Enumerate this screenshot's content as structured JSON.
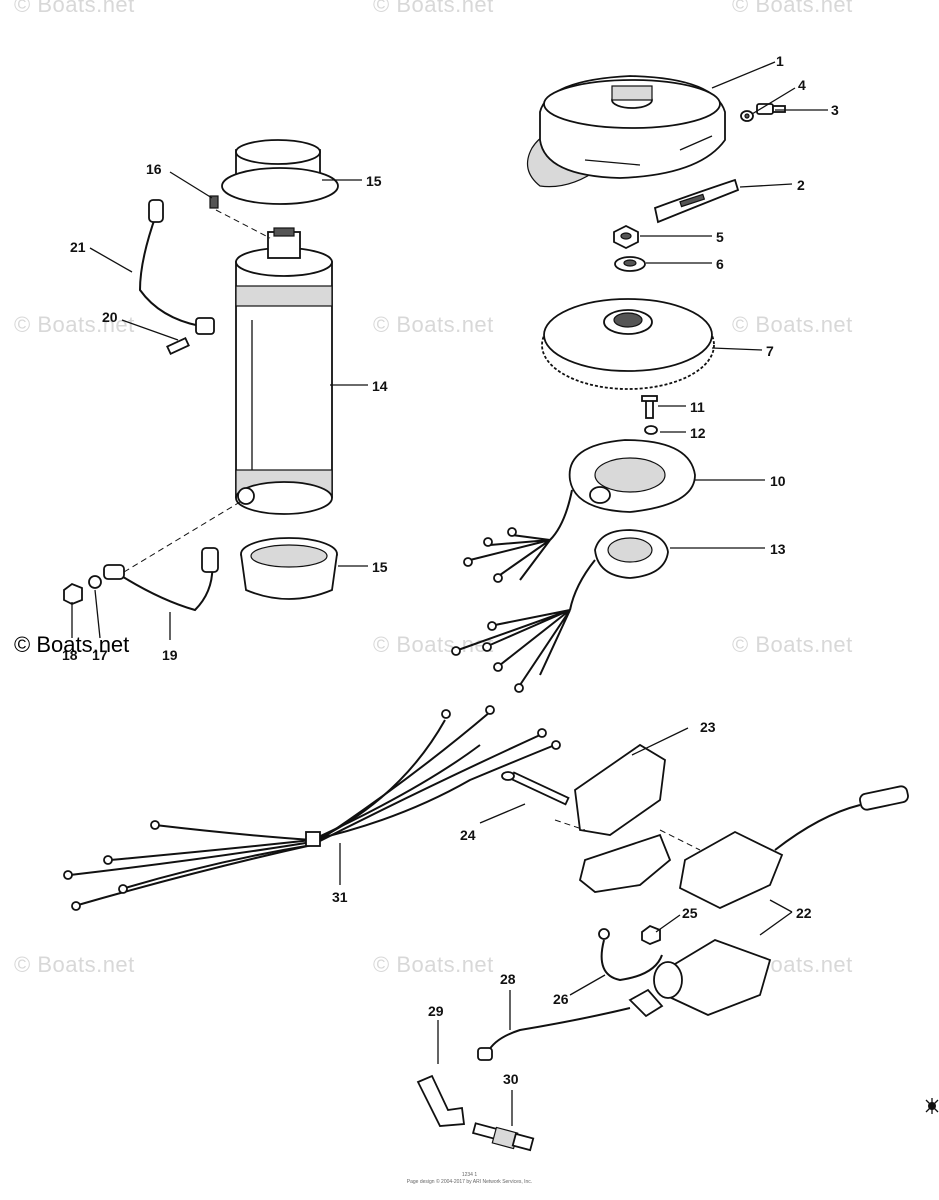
{
  "watermarks": {
    "faint": "© Boats.net",
    "strong": "© Boats.net"
  },
  "callouts": {
    "p1": "1",
    "p2": "2",
    "p3": "3",
    "p4": "4",
    "p5": "5",
    "p6": "6",
    "p7": "7",
    "p10": "10",
    "p11": "11",
    "p12": "12",
    "p13": "13",
    "p14": "14",
    "p15a": "15",
    "p15b": "15",
    "p16": "16",
    "p17": "17",
    "p18": "18",
    "p19": "19",
    "p20": "20",
    "p21": "21",
    "p22": "22",
    "p23": "23",
    "p24": "24",
    "p25": "25",
    "p26": "26",
    "p28": "28",
    "p29": "29",
    "p30": "30",
    "p31": "31"
  },
  "footer": {
    "line1": "1234 1 ",
    "line2": "Page design © 2004-2017 by ARI Network Services, Inc."
  },
  "icons": {
    "corner_mark": "spider-icon"
  }
}
